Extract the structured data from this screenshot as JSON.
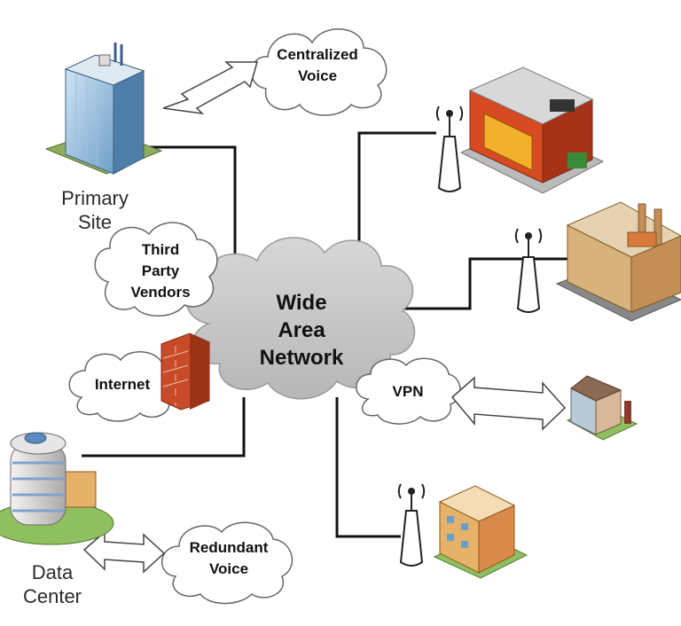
{
  "wan": {
    "lines": [
      "Wide",
      "Area",
      "Network"
    ]
  },
  "clouds": {
    "centralized_voice": [
      "Centralized",
      "Voice"
    ],
    "third_party": [
      "Third",
      "Party",
      "Vendors"
    ],
    "internet": [
      "Internet"
    ],
    "vpn": [
      "VPN"
    ],
    "redundant_voice": [
      "Redundant",
      "Voice"
    ]
  },
  "sites": {
    "primary": [
      "Primary",
      "Site"
    ],
    "data_center": [
      "Data",
      "Center"
    ]
  },
  "colors": {
    "cloud_wan": "#c8c8c8",
    "cloud_small": "#ffffff",
    "line": "#111111",
    "firewall": "#c84a28"
  }
}
